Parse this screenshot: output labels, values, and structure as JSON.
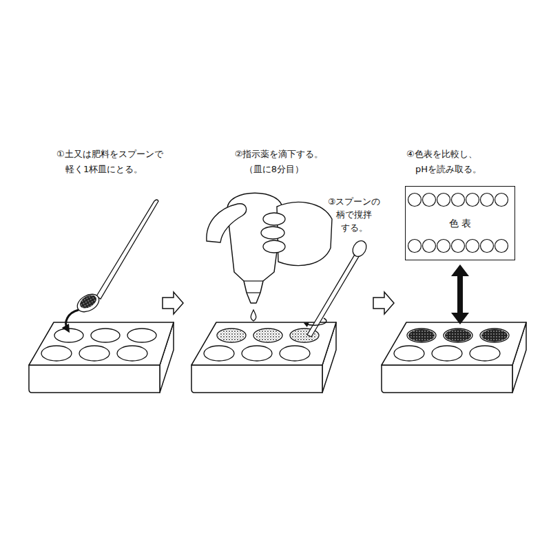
{
  "diagram": {
    "nodes": [
      {
        "text": [
          "色 表"
        ]
      }
    ],
    "labels": [
      "①土又は肥料をスプーンで 軽く1杯皿にとる。",
      "②指示薬を滴下する。",
      "（皿に8分目）",
      "③スプーンの 柄で撹拌 する。",
      "④色表を比較し、 pHを読み取る。"
    ]
  }
}
